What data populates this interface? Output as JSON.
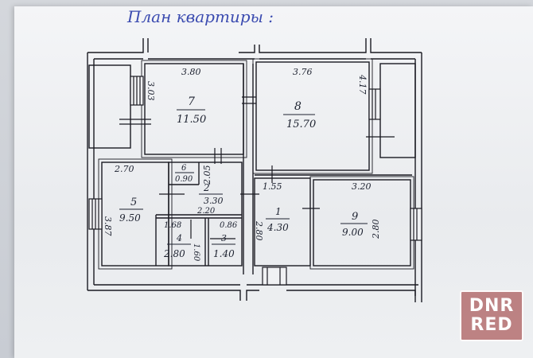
{
  "title": "План квартиры :",
  "rooms": [
    {
      "number": "7",
      "area": "11.50"
    },
    {
      "number": "8",
      "area": "15.70"
    },
    {
      "number": "5",
      "area": "9.50"
    },
    {
      "number": "2",
      "area": "3.30"
    },
    {
      "number": "6",
      "area": "0.90"
    },
    {
      "number": "4",
      "area": "2.80"
    },
    {
      "number": "3",
      "area": "1.40"
    },
    {
      "number": "1",
      "area": "4.30"
    },
    {
      "number": "9",
      "area": "9.00"
    }
  ],
  "dimensions": {
    "room7_width": "3.80",
    "room7_depth": "3.03",
    "room8_width": "3.76",
    "room8_depth": "4.17",
    "room5_width": "2.70",
    "room5_depth": "3.87",
    "room2_depth": "2.05",
    "hall_width": "1.55",
    "room9_width": "3.20",
    "room9_depth": "2.80",
    "room1_depth": "2.80",
    "corridor_width": "2.20",
    "room4_width": "1.68",
    "room3_width": "0.86",
    "room4_depth": "1.60"
  },
  "watermark": {
    "line1": "DNR",
    "line2": "RED"
  }
}
